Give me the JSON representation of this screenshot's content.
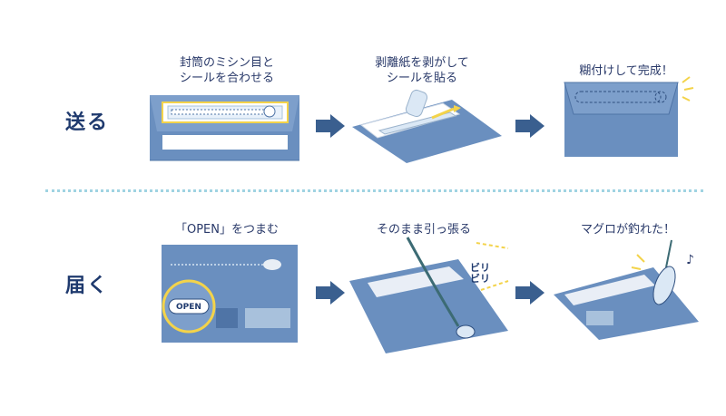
{
  "send": {
    "label": "送る",
    "steps": [
      {
        "caption": "封筒のミシン目と\nシールを合わせる"
      },
      {
        "caption": "剥離紙を剥がして\nシールを貼る"
      },
      {
        "caption": "糊付けして完成！"
      }
    ]
  },
  "receive": {
    "label": "届く",
    "steps": [
      {
        "caption": "「OPEN」をつまむ",
        "badge": "OPEN"
      },
      {
        "caption": "そのまま引っ張る",
        "sfx": "ビリビリ"
      },
      {
        "caption": "マグロが釣れた！"
      }
    ]
  },
  "colors": {
    "envelope": "#6a8fbf",
    "envelope_dark": "#4f74a6",
    "arrow": "#3a5f8f",
    "accent_yellow": "#f3d34a",
    "divider": "#9fd3e2"
  }
}
